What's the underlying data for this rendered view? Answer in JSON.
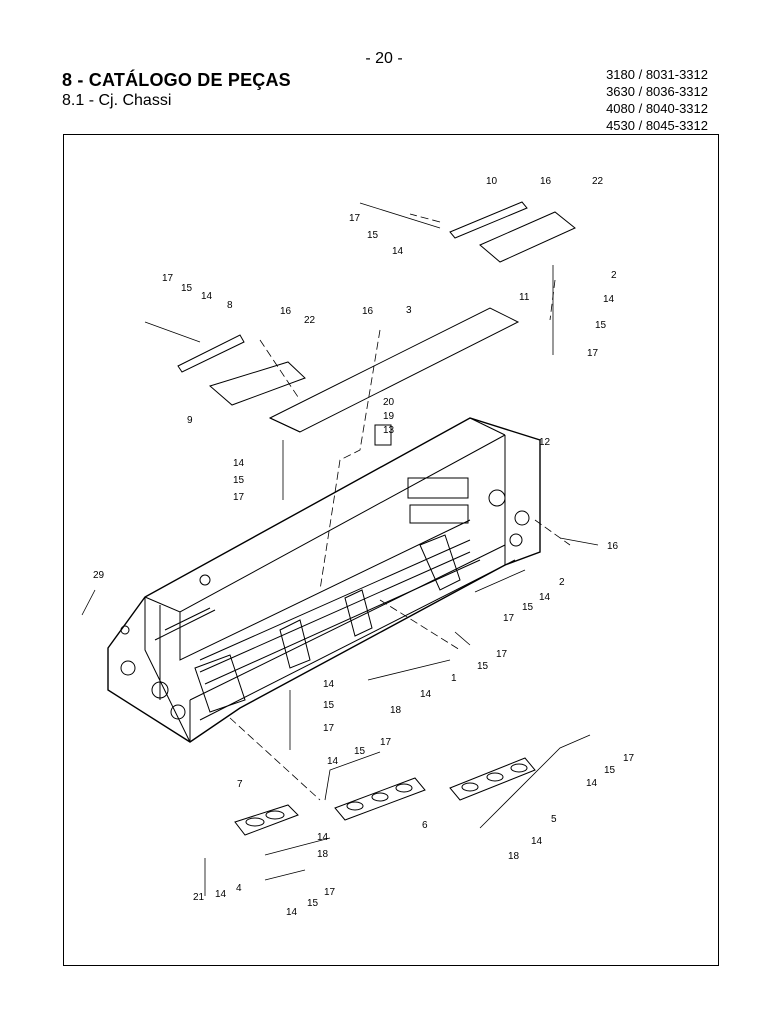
{
  "header": {
    "page_number": "- 20 -",
    "title": "8 - CATÁLOGO DE PEÇAS",
    "subtitle": "8.1 - Cj. Chassi",
    "models": [
      "3180 / 8031-3312",
      "3630 / 8036-3312",
      "4080 / 8040-3312",
      "4530 / 8045-3312"
    ]
  },
  "callouts": [
    {
      "id": "c-10a",
      "text": "10"
    },
    {
      "id": "c-16a",
      "text": "16"
    },
    {
      "id": "c-22a",
      "text": "22"
    },
    {
      "id": "c-17a",
      "text": "17"
    },
    {
      "id": "c-15a",
      "text": "15"
    },
    {
      "id": "c-14a",
      "text": "14"
    },
    {
      "id": "c-2a",
      "text": "2"
    },
    {
      "id": "c-14b",
      "text": "14"
    },
    {
      "id": "c-15b",
      "text": "15"
    },
    {
      "id": "c-17b",
      "text": "17"
    },
    {
      "id": "c-11",
      "text": "11"
    },
    {
      "id": "c-17c",
      "text": "17"
    },
    {
      "id": "c-15c",
      "text": "15"
    },
    {
      "id": "c-14c",
      "text": "14"
    },
    {
      "id": "c-8",
      "text": "8"
    },
    {
      "id": "c-16b",
      "text": "16"
    },
    {
      "id": "c-22b",
      "text": "22"
    },
    {
      "id": "c-16c",
      "text": "16"
    },
    {
      "id": "c-3",
      "text": "3"
    },
    {
      "id": "c-9",
      "text": "9"
    },
    {
      "id": "c-20",
      "text": "20"
    },
    {
      "id": "c-19",
      "text": "19"
    },
    {
      "id": "c-13",
      "text": "13"
    },
    {
      "id": "c-14d",
      "text": "14"
    },
    {
      "id": "c-15d",
      "text": "15"
    },
    {
      "id": "c-17d",
      "text": "17"
    },
    {
      "id": "c-12",
      "text": "12"
    },
    {
      "id": "c-16d",
      "text": "16"
    },
    {
      "id": "c-29",
      "text": "29"
    },
    {
      "id": "c-2b",
      "text": "2"
    },
    {
      "id": "c-14e",
      "text": "14"
    },
    {
      "id": "c-15e",
      "text": "15"
    },
    {
      "id": "c-17e",
      "text": "17"
    },
    {
      "id": "c-17f",
      "text": "17"
    },
    {
      "id": "c-15f",
      "text": "15"
    },
    {
      "id": "c-1",
      "text": "1"
    },
    {
      "id": "c-14f",
      "text": "14"
    },
    {
      "id": "c-18a",
      "text": "18"
    },
    {
      "id": "c-14g",
      "text": "14"
    },
    {
      "id": "c-15g",
      "text": "15"
    },
    {
      "id": "c-17g",
      "text": "17"
    },
    {
      "id": "c-7",
      "text": "7"
    },
    {
      "id": "c-14h",
      "text": "14"
    },
    {
      "id": "c-15h",
      "text": "15"
    },
    {
      "id": "c-17h",
      "text": "17"
    },
    {
      "id": "c-6",
      "text": "6"
    },
    {
      "id": "c-17i",
      "text": "17"
    },
    {
      "id": "c-15i",
      "text": "15"
    },
    {
      "id": "c-14i",
      "text": "14"
    },
    {
      "id": "c-5",
      "text": "5"
    },
    {
      "id": "c-14j",
      "text": "14"
    },
    {
      "id": "c-18b",
      "text": "18"
    },
    {
      "id": "c-14k",
      "text": "14"
    },
    {
      "id": "c-18c",
      "text": "18"
    },
    {
      "id": "c-21",
      "text": "21"
    },
    {
      "id": "c-14l",
      "text": "14"
    },
    {
      "id": "c-4",
      "text": "4"
    },
    {
      "id": "c-14m",
      "text": "14"
    },
    {
      "id": "c-15m",
      "text": "15"
    },
    {
      "id": "c-17m",
      "text": "17"
    }
  ]
}
